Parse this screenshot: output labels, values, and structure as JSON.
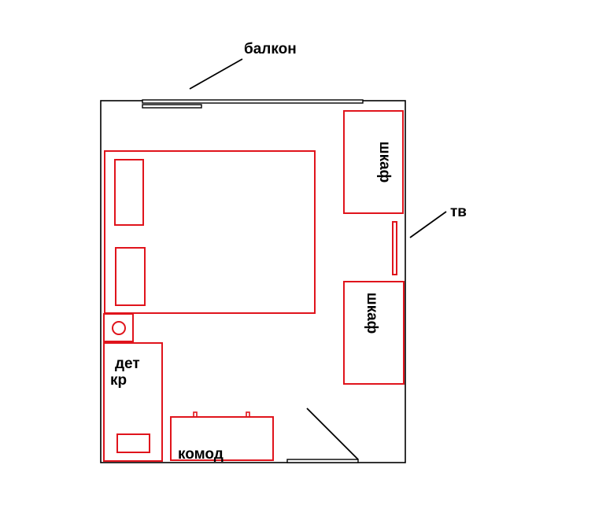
{
  "labels": {
    "balcony": "балкон",
    "tv": "тв",
    "wardrobe_top": "шкаф",
    "wardrobe_bottom": "шкаф",
    "kids_bed_line1": "дет",
    "kids_bed_line2": "кр",
    "dresser": "комод"
  },
  "colors": {
    "walls": "#000000",
    "furniture": "#e0141c"
  }
}
